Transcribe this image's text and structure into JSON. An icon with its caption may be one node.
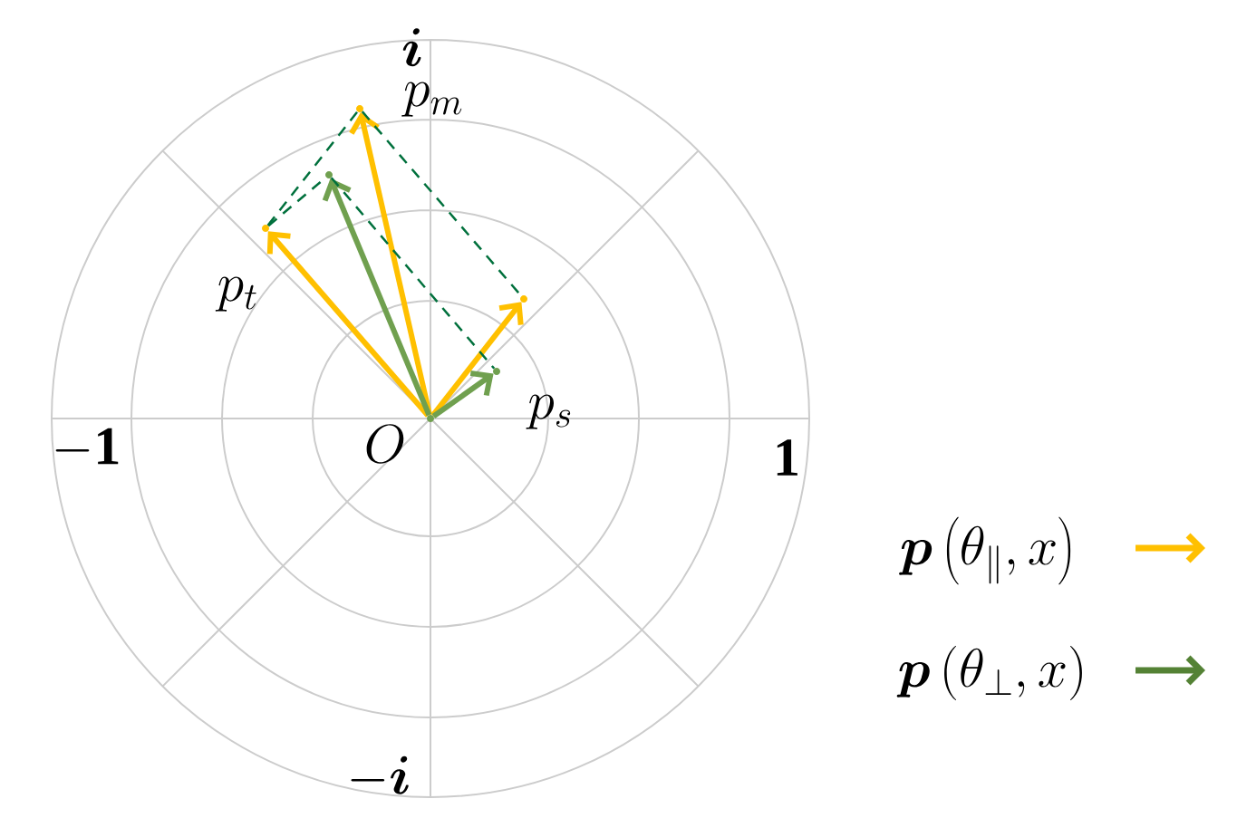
{
  "diagram": {
    "nodes": [
      {
        "text": [],
        "shape": "point",
        "beside": [
          "O"
        ]
      },
      {
        "text": [],
        "shape": "point"
      },
      {
        "text": [],
        "shape": "point"
      },
      {
        "text": [],
        "shape": "point"
      },
      {
        "text": [],
        "shape": "point"
      },
      {
        "text": [],
        "shape": "point"
      }
    ],
    "edges": [
      {
        "from": 0,
        "to": 1,
        "arrow": "to",
        "color": "#ffc000"
      },
      {
        "from": 0,
        "to": 2,
        "arrow": "to",
        "color": "#ffc000"
      },
      {
        "from": 0,
        "to": 3,
        "arrow": "to",
        "color": "#ffc000"
      },
      {
        "from": 0,
        "to": 4,
        "arrow": "to",
        "color": "#70a04f"
      },
      {
        "from": 0,
        "to": 5,
        "arrow": "to",
        "color": "#70a04f"
      },
      {
        "from": 2,
        "to": 1,
        "arrow": "none",
        "style": "dashed",
        "color": "#00703c"
      },
      {
        "from": 1,
        "to": 3,
        "arrow": "none",
        "style": "dashed",
        "color": "#00703c"
      },
      {
        "from": 2,
        "to": 4,
        "arrow": "none",
        "style": "dashed",
        "color": "#00703c"
      },
      {
        "from": 4,
        "to": 5,
        "arrow": "none",
        "style": "dashed",
        "color": "#00703c"
      }
    ],
    "labels": [
      "\\boldsymbol{i}",
      "p_m",
      "p_t",
      "p_s",
      "-\\mathbf{1}",
      "\\mathbf{1}",
      "-\\boldsymbol{i}"
    ],
    "legend": [
      {
        "text": "\\boldsymbol{p}\\left(\\theta_{\\parallel}, x\\right)"
      },
      {
        "text": "\\boldsymbol{p}\\left(\\theta_{\\perp}, x\\right)"
      }
    ]
  }
}
